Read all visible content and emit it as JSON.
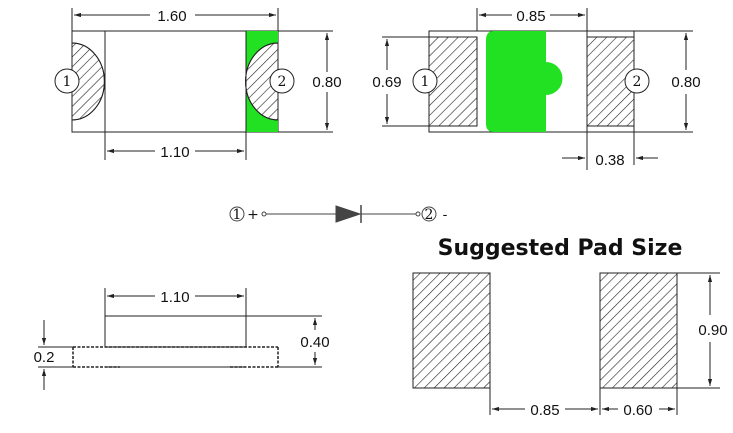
{
  "top_view": {
    "length": "1.60",
    "width": "0.80",
    "body_length": "1.10",
    "pin1": "1",
    "pin2": "2"
  },
  "bottom_view": {
    "inner_gap": "0.85",
    "pad_height": "0.69",
    "width": "0.80",
    "pad_length": "0.38",
    "pin1": "1",
    "pin2": "2"
  },
  "schematic": {
    "pin1": "1",
    "pin1_polarity": "+",
    "pin2": "2",
    "pin2_polarity": "-"
  },
  "side_view": {
    "body_length": "1.10",
    "height": "0.40",
    "base_height": "0.2"
  },
  "pad_layout": {
    "title": "Suggested Pad Size",
    "pad_height": "0.90",
    "gap": "0.85",
    "pad_width": "0.60"
  },
  "colors": {
    "green": "#22e022",
    "line": "#222222"
  }
}
